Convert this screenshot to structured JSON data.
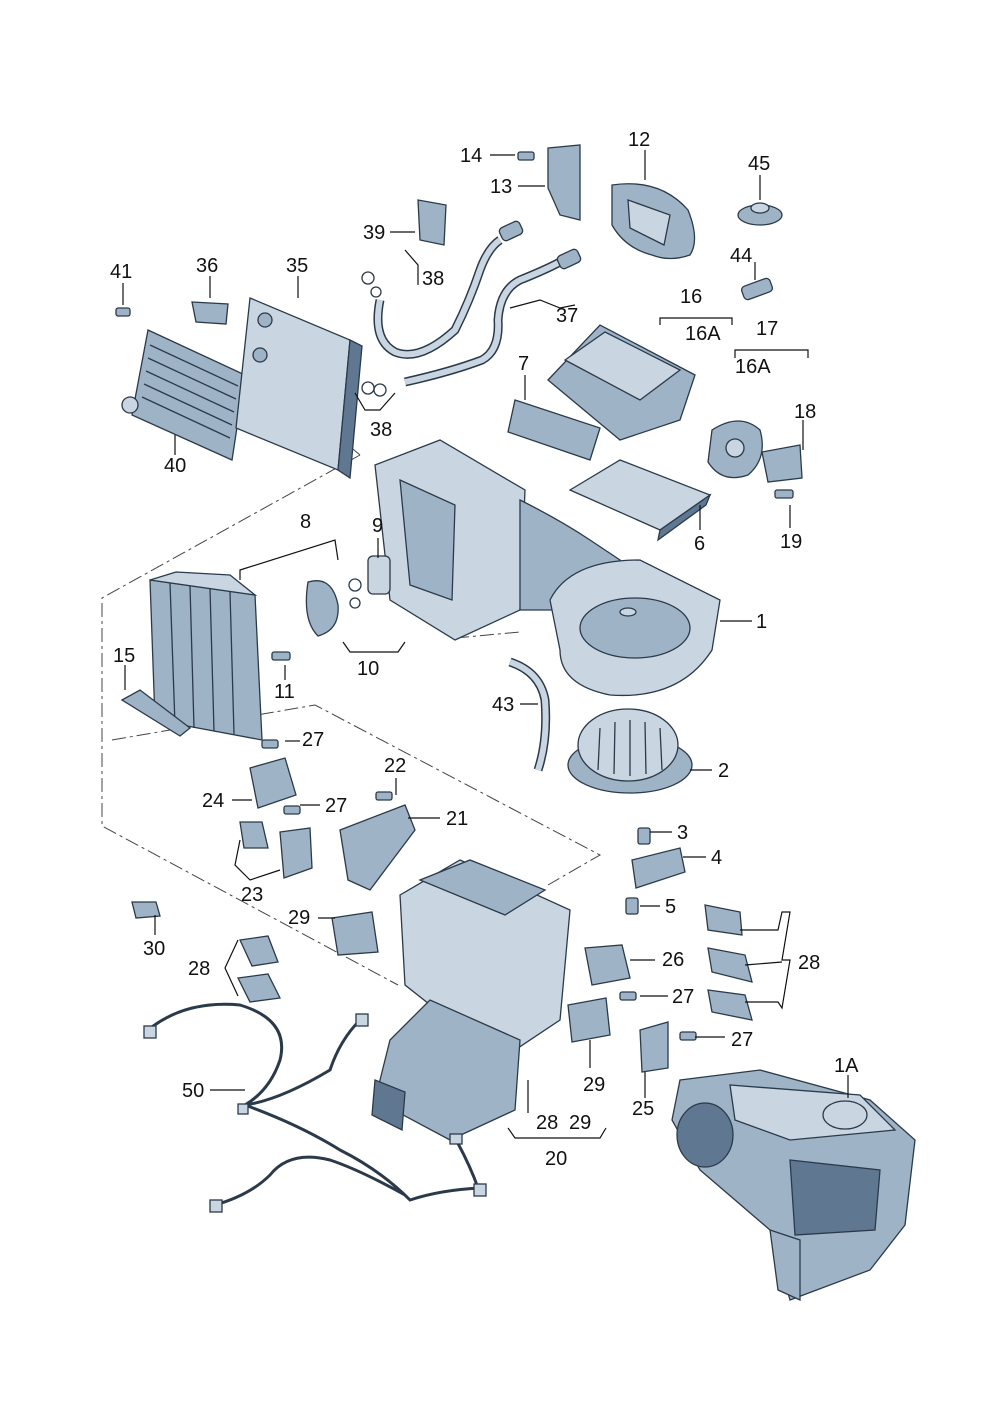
{
  "diagram": {
    "callouts": {
      "c1": "1",
      "c1A": "1A",
      "c2": "2",
      "c3": "3",
      "c4": "4",
      "c5": "5",
      "c6": "6",
      "c7": "7",
      "c8": "8",
      "c9": "9",
      "c10": "10",
      "c11": "11",
      "c12": "12",
      "c13": "13",
      "c14": "14",
      "c15": "15",
      "c16": "16",
      "c16A_a": "16A",
      "c16A_b": "16A",
      "c17": "17",
      "c18": "18",
      "c19": "19",
      "c20": "20",
      "c21": "21",
      "c22": "22",
      "c23": "23",
      "c24": "24",
      "c25": "25",
      "c26": "26",
      "c27_a": "27",
      "c27_b": "27",
      "c27_c": "27",
      "c27_d": "27",
      "c28_a": "28",
      "c28_b": "28",
      "c28_c": "28",
      "c29_a": "29",
      "c29_b": "29",
      "c29_c": "29",
      "c30": "30",
      "c35": "35",
      "c36": "36",
      "c37": "37",
      "c38_a": "38",
      "c38_b": "38",
      "c39": "39",
      "c40": "40",
      "c41": "41",
      "c43": "43",
      "c44": "44",
      "c45": "45",
      "c50": "50"
    },
    "colors": {
      "part_light": "#c9d6e2",
      "part_mid": "#9fb3c6",
      "part_dark": "#5f7790",
      "outline": "#2a3a4a",
      "text": "#111111"
    }
  }
}
